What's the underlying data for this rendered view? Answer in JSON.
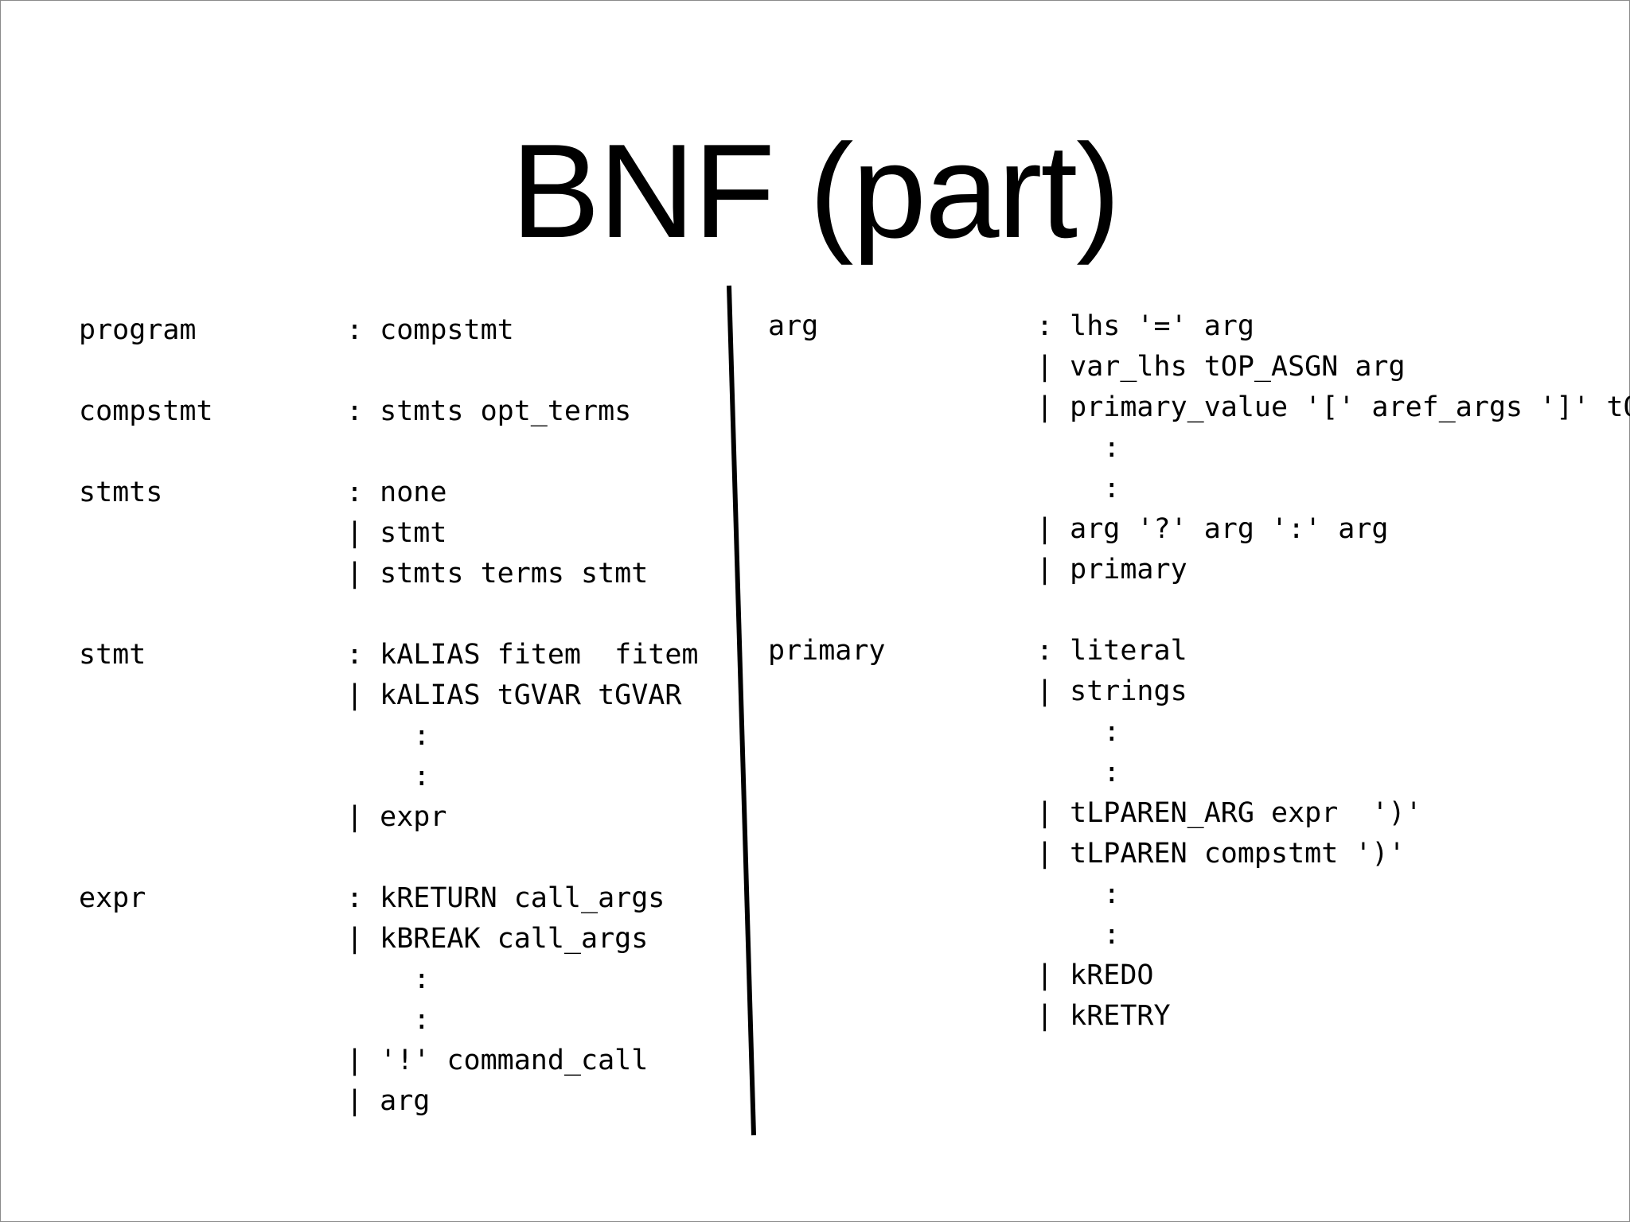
{
  "title": "BNF (part)",
  "left_rules": [
    {
      "name": "program",
      "lines": [
        ": compstmt"
      ]
    },
    {
      "name": "compstmt",
      "lines": [
        ": stmts opt_terms"
      ]
    },
    {
      "name": "stmts",
      "lines": [
        ": none",
        "| stmt",
        "| stmts terms stmt"
      ]
    },
    {
      "name": "stmt",
      "lines": [
        ": kALIAS fitem  fitem",
        "| kALIAS tGVAR tGVAR",
        "    :",
        "    :",
        "| expr"
      ]
    },
    {
      "name": "expr",
      "lines": [
        ": kRETURN call_args",
        "| kBREAK call_args",
        "    :",
        "    :",
        "| '!' command_call",
        "| arg"
      ]
    }
  ],
  "right_rules": [
    {
      "name": "arg",
      "lines": [
        ": lhs '=' arg",
        "| var_lhs tOP_ASGN arg",
        "| primary_value '[' aref_args ']' tO",
        "    :",
        "    :",
        "| arg '?' arg ':' arg",
        "| primary"
      ]
    },
    {
      "name": "primary",
      "lines": [
        ": literal",
        "| strings",
        "    :",
        "    :",
        "| tLPAREN_ARG expr  ')'",
        "| tLPAREN compstmt ')'",
        "    :",
        "    :",
        "| kREDO",
        "| kRETRY"
      ]
    }
  ]
}
